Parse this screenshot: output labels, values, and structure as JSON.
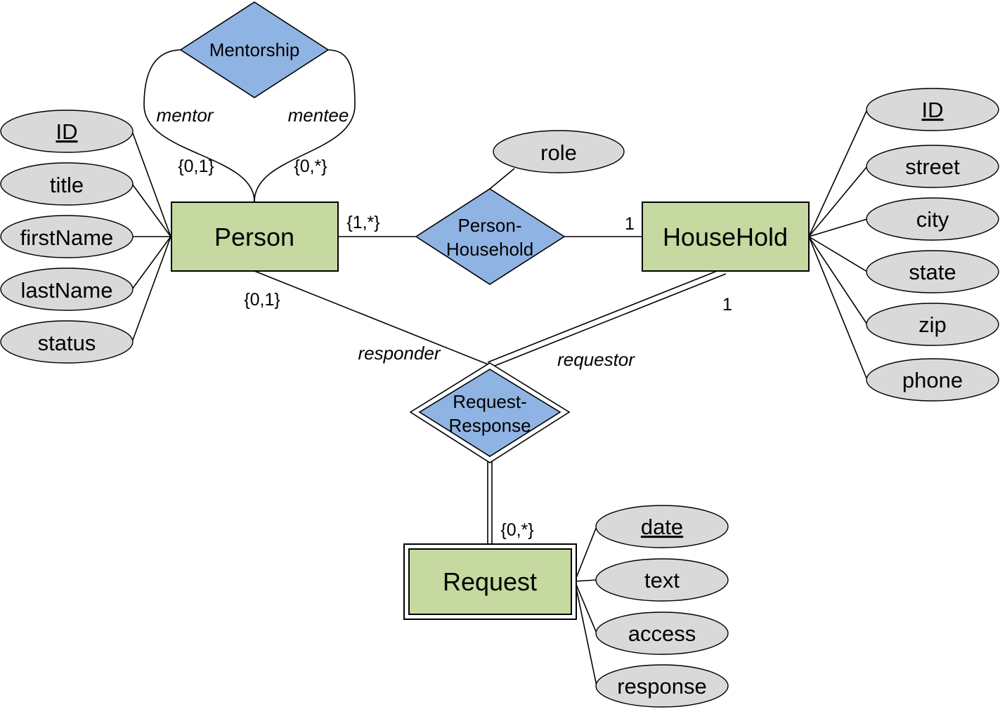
{
  "entities": {
    "person": "Person",
    "household": "HouseHold",
    "request": "Request"
  },
  "relationships": {
    "mentorship": "Mentorship",
    "person_household": {
      "line1": "Person-",
      "line2": "Household"
    },
    "request_response": {
      "line1": "Request-",
      "line2": "Response"
    }
  },
  "attributes": {
    "person": [
      "ID",
      "title",
      "firstName",
      "lastName",
      "status"
    ],
    "household": [
      "ID",
      "street",
      "city",
      "state",
      "zip",
      "phone"
    ],
    "request": [
      "date",
      "text",
      "access",
      "response"
    ],
    "person_household": "role"
  },
  "roles": {
    "mentor": "mentor",
    "mentee": "mentee",
    "responder": "responder",
    "requestor": "requestor"
  },
  "cardinalities": {
    "mentor": "{0,1}",
    "mentee": "{0,*}",
    "person_household": "{1,*}",
    "household_person_household": "1",
    "household_request_response": "1",
    "person_request_response": "{0,1}",
    "request": "{0,*}"
  }
}
